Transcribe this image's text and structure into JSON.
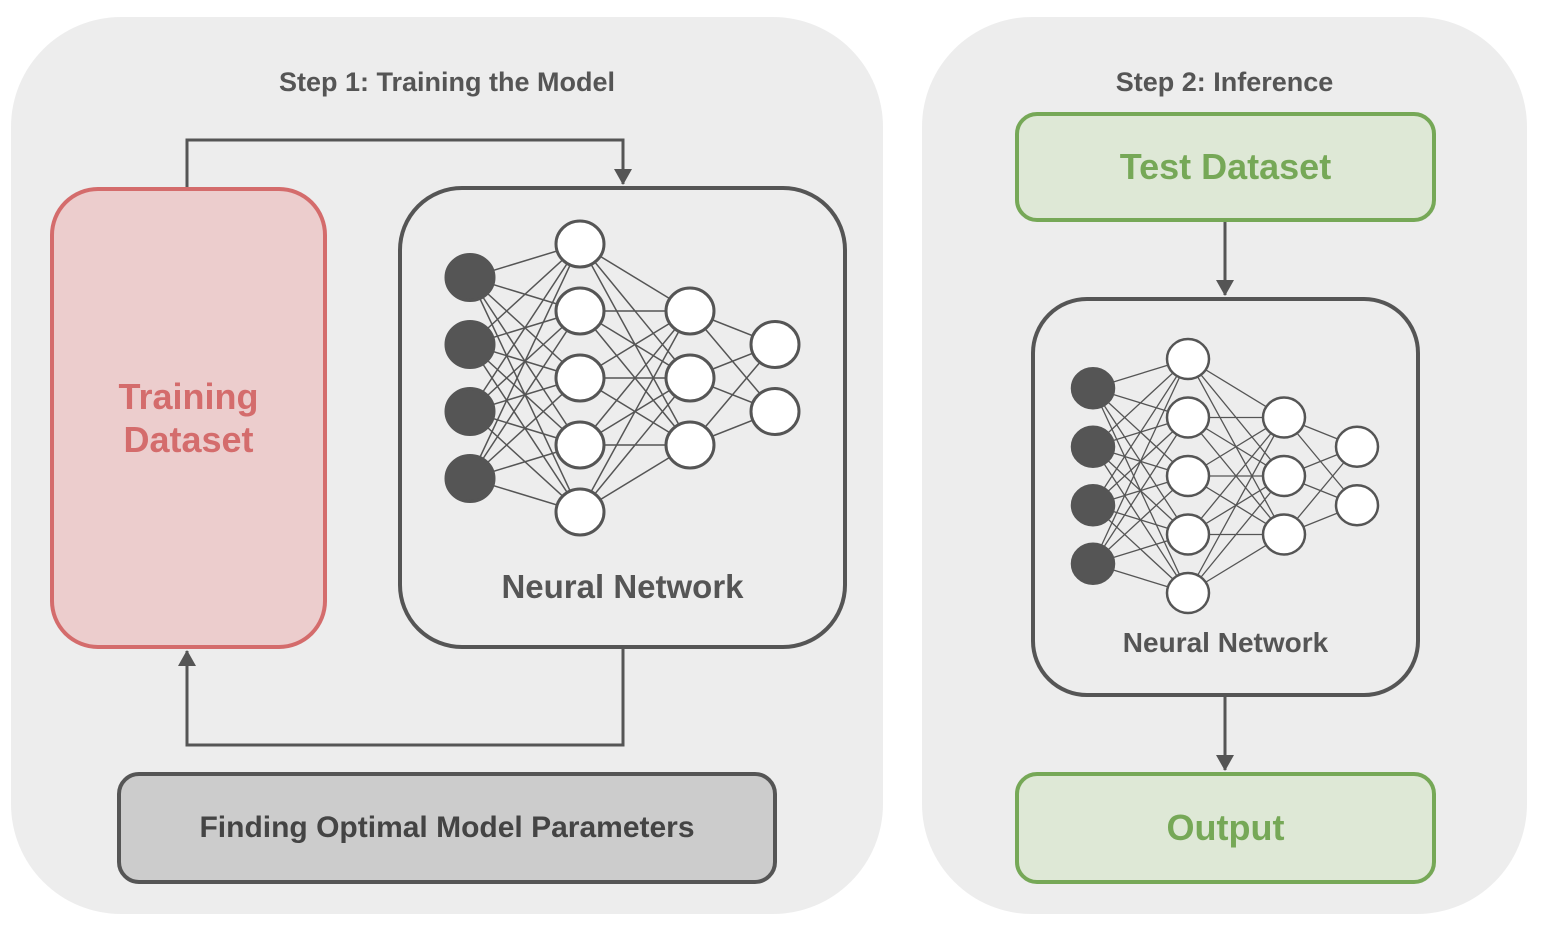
{
  "step1": {
    "title": "Step 1: Training the Model",
    "training_dataset": "Training\nDataset",
    "network_label": "Neural Network",
    "optimizer_label": "Finding Optimal Model Parameters"
  },
  "step2": {
    "title": "Step 2: Inference",
    "test_dataset": "Test Dataset",
    "network_label": "Neural Network",
    "output_label": "Output"
  },
  "network": {
    "layers": [
      4,
      5,
      3,
      2
    ]
  },
  "colors": {
    "panel": "#ededed",
    "stroke": "#555555",
    "training": "#d46c6c",
    "training_fill": "#eccdcd",
    "green": "#76a857",
    "green_fill": "#dee8d6",
    "optimizer_fill": "#cccccc"
  }
}
